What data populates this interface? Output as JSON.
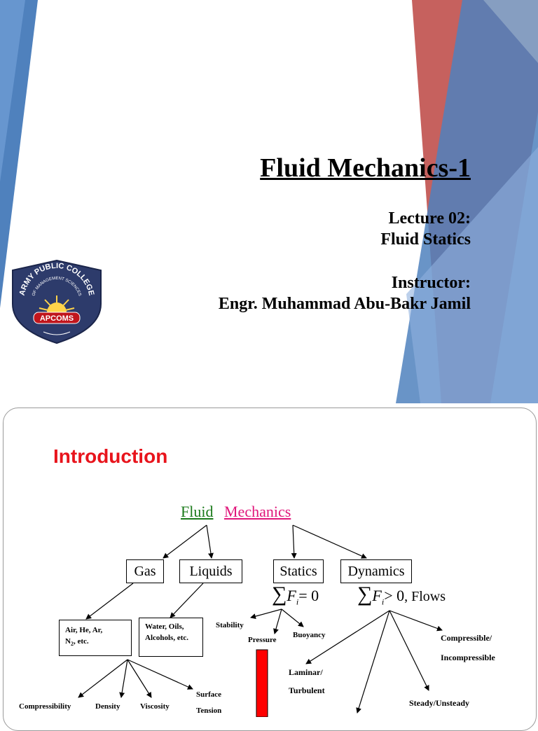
{
  "slide1": {
    "title": "Fluid Mechanics-1",
    "lecture": "Lecture 02:",
    "topic": "Fluid Statics",
    "instructor_label": "Instructor:",
    "instructor_name": "Engr. Muhammad Abu-Bakr Jamil",
    "logo": {
      "arc_text": "ARMY PUBLIC COLLEGE",
      "sub_text": "OF MANAGEMENT SCIENCES",
      "badge": "APCOMS"
    },
    "colors": {
      "blue": "#4f81bd",
      "red": "#c0504d",
      "logo_navy": "#2d3b6b",
      "badge_red": "#c0151c"
    }
  },
  "slide2": {
    "heading": "Introduction",
    "fluid": "Fluid",
    "mechanics": "Mechanics",
    "gas": "Gas",
    "liquids": "Liquids",
    "statics": "Statics",
    "dynamics": "Dynamics",
    "statics_eq": {
      "sum": "∑",
      "f": "F",
      "i": "i",
      "rel": "= 0"
    },
    "dynamics_eq": {
      "sum": "∑",
      "f": "F",
      "i": "i",
      "rel": "> 0",
      "flows": ", Flows"
    },
    "gas_examples": {
      "line1": "Air, He, Ar,",
      "line2a": "N",
      "line2sub": "2",
      "line2b": ", etc."
    },
    "liquid_examples": {
      "line1": "Water, Oils,",
      "line2": "Alcohols, etc."
    },
    "properties": {
      "compressibility": "Compressibility",
      "density": "Density",
      "viscosity": "Viscosity",
      "surface": "Surface",
      "tension": "Tension"
    },
    "statics_topics": {
      "stability": "Stability",
      "pressure": "Pressure",
      "buoyancy": "Buoyancy"
    },
    "flow_types": {
      "compressible": "Compressible/",
      "incompressible": "Incompressible",
      "laminar": "Laminar/",
      "turbulent": "Turbulent",
      "steady": "Steady/Unsteady"
    },
    "colors": {
      "heading": "#e8141c",
      "fluid": "#1a7a1a",
      "mechanics": "#e0157a",
      "bar": "#ff0000"
    }
  }
}
